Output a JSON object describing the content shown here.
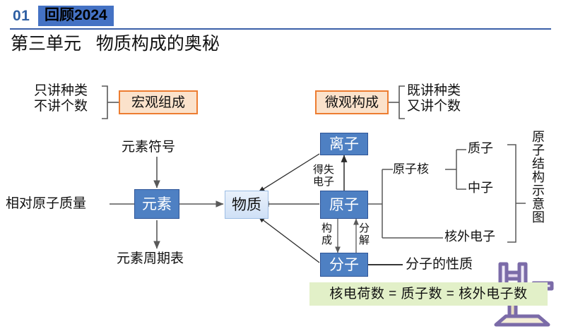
{
  "header": {
    "number": "01",
    "badge": "回顾2024",
    "accent_color": "#4472C4"
  },
  "title": "第三单元   物质构成的奥秘",
  "macro_group": {
    "note": "只讲种类\n不讲个数",
    "box": "宏观组成",
    "box_fill": "#FBE2CB",
    "box_border": "#ED7D31"
  },
  "micro_group": {
    "box": "微观构成",
    "note": "既讲种类\n又讲个数",
    "box_fill": "#FBE2CB",
    "box_border": "#ED7D31"
  },
  "nodes": {
    "element": "元素",
    "substance": "物质",
    "ion": "离子",
    "atom": "原子",
    "molecule": "分子",
    "box_blue_dark": "#4E80C3",
    "box_blue_light": "#CFE0F6"
  },
  "element_branches": {
    "top": "元素符号",
    "left": "相对原子质量",
    "bottom": "元素周期表"
  },
  "edge_labels": {
    "gain_lose_electrons": "得失\n电子",
    "compose": "构\n成",
    "decompose": "分\n解"
  },
  "atom_structure": {
    "nucleus": "原子核",
    "proton": "质子",
    "neutron": "中子",
    "outer_electrons": "核外电子",
    "summary_vertical": "原子结构示意图"
  },
  "molecule_branch": {
    "property": "分子的性质"
  },
  "formula": {
    "text": "核电荷数 = 质子数 = 核外电子数",
    "highlight_color": "#E2F0C8"
  },
  "decoration": {
    "clipart": "iron-stand-clipart"
  }
}
